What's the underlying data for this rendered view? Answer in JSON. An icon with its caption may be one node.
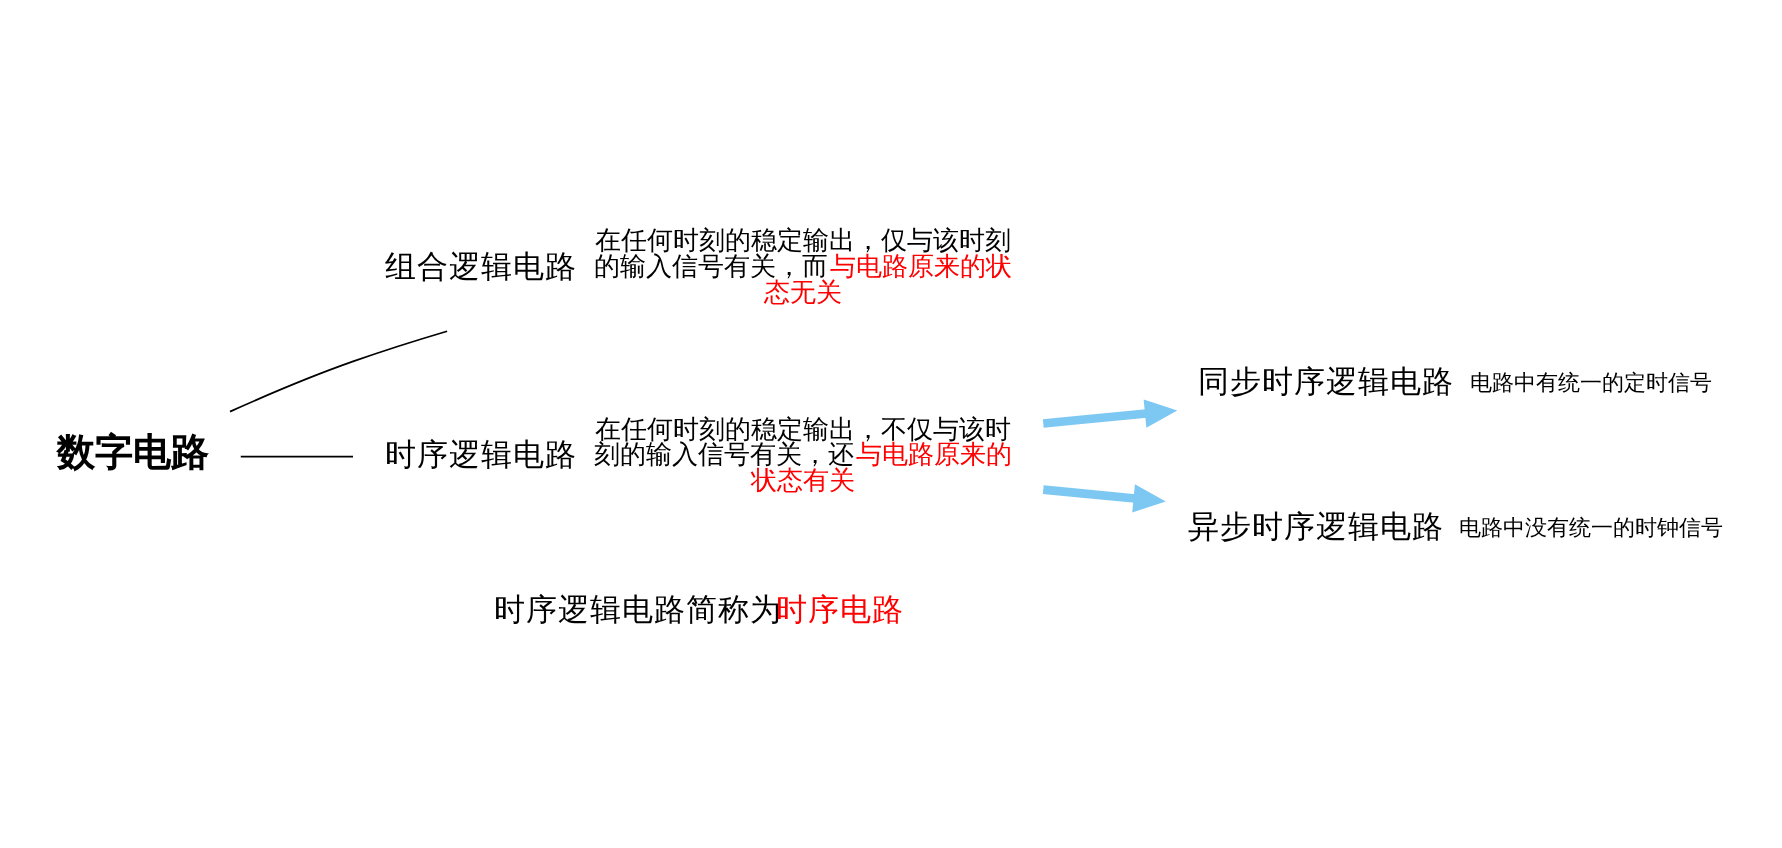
{
  "diagram": {
    "nodes": [
      {
        "text": [
          "数字电路"
        ]
      },
      {
        "text": [
          "组合逻辑电路"
        ],
        "beside": [
          "在任何时刻的稳定输出，仅与该时刻的输入信号有关，而",
          "与电路原来的状态无关"
        ]
      },
      {
        "text": [
          "时序逻辑电路"
        ],
        "beside": [
          "在任何时刻的稳定输出，不仅与该时刻的输入信号有关，还",
          "与电路原来的状态有关"
        ]
      },
      {
        "text": [
          "同步时序逻辑电路"
        ],
        "beside": [
          "电路中有统一的定时信号"
        ]
      },
      {
        "text": [
          "异步时序逻辑电路"
        ],
        "beside": [
          "电路中没有统一的时钟信号"
        ]
      }
    ],
    "edges": [
      {
        "from": 0,
        "to": 1,
        "arrow": "none"
      },
      {
        "from": 0,
        "to": 2,
        "arrow": "none"
      },
      {
        "from": 2,
        "to": 3,
        "arrow": "to",
        "style": "thick",
        "color": "#7cc8f2"
      },
      {
        "from": 2,
        "to": 4,
        "arrow": "to",
        "style": "thick",
        "color": "#7cc8f2"
      }
    ],
    "labels": [
      "时序逻辑电路简称为",
      "时序电路"
    ]
  }
}
